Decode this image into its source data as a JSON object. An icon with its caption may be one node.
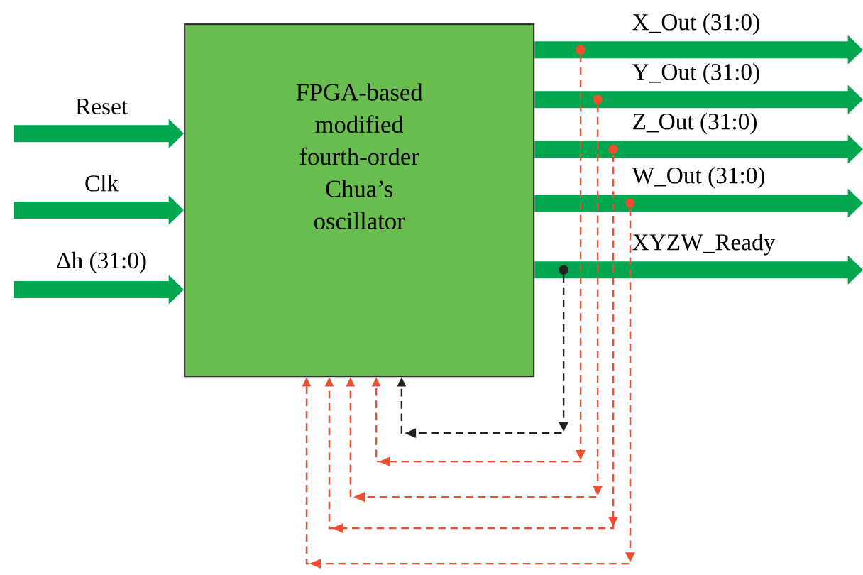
{
  "diagram": {
    "nodes": [
      {
        "text": [
          "FPGA-based modified fourth-order Chua’s oscillator"
        ]
      },
      {
        "text": [],
        "shape": "circle"
      },
      {
        "text": [],
        "shape": "circle"
      },
      {
        "text": [],
        "shape": "circle"
      },
      {
        "text": [],
        "shape": "circle"
      },
      {
        "text": [],
        "shape": "circle"
      }
    ],
    "edges": [
      {
        "from": null,
        "to": 0,
        "arrow": "to",
        "label": "Reset"
      },
      {
        "from": null,
        "to": 0,
        "arrow": "to",
        "label": "Clk"
      },
      {
        "from": null,
        "to": 0,
        "arrow": "to",
        "label": "Δh (31:0)"
      },
      {
        "from": 0,
        "to": null,
        "arrow": "to",
        "label": "X_Out (31:0)"
      },
      {
        "from": 0,
        "to": null,
        "arrow": "to",
        "label": "Y_Out (31:0)"
      },
      {
        "from": 0,
        "to": null,
        "arrow": "to",
        "label": "Z_Out (31:0)"
      },
      {
        "from": 0,
        "to": null,
        "arrow": "to",
        "label": "W_Out (31:0)"
      },
      {
        "from": 0,
        "to": null,
        "arrow": "to",
        "label": "XYZW_Ready"
      },
      {
        "from": 1,
        "to": 0,
        "arrow": "to",
        "style": "dashed",
        "color": "#222222"
      },
      {
        "from": 2,
        "to": 0,
        "arrow": "to",
        "style": "dashed",
        "color": "#f04e30"
      },
      {
        "from": 3,
        "to": 0,
        "arrow": "to",
        "style": "dashed",
        "color": "#f04e30"
      },
      {
        "from": 4,
        "to": 0,
        "arrow": "to",
        "style": "dashed",
        "color": "#f04e30"
      },
      {
        "from": 5,
        "to": 0,
        "arrow": "to",
        "style": "dashed",
        "color": "#f04e30"
      }
    ]
  }
}
